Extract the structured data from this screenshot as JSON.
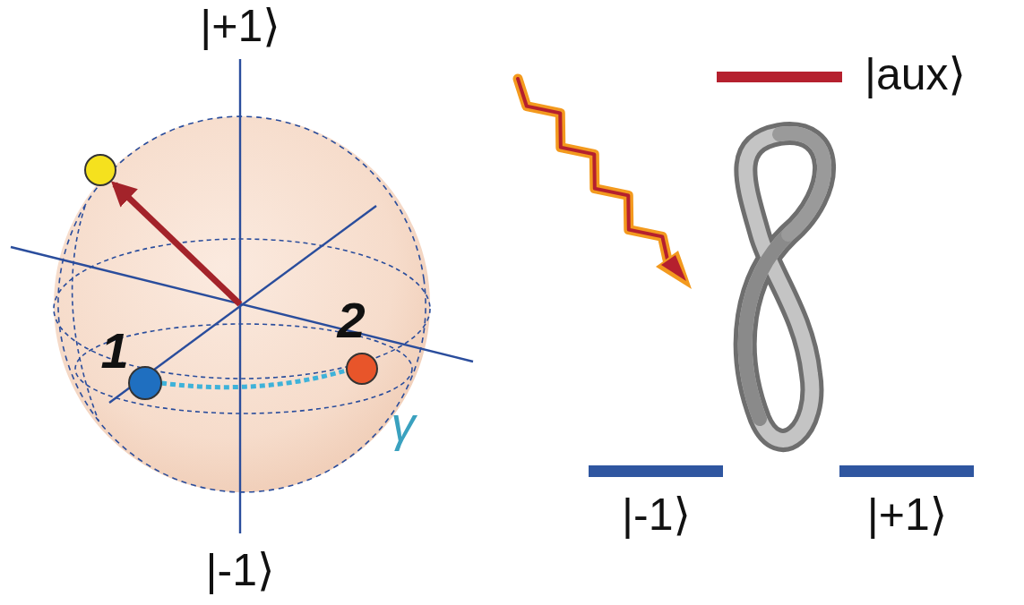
{
  "diagram": {
    "nodes": [
      {
        "text": [
          "|aux⟩"
        ]
      },
      {
        "text": [
          "|-1⟩"
        ]
      },
      {
        "text": [
          "|+1⟩"
        ]
      }
    ],
    "labels": [
      "|+1⟩",
      "|-1⟩",
      "1",
      "2",
      "γ"
    ]
  }
}
